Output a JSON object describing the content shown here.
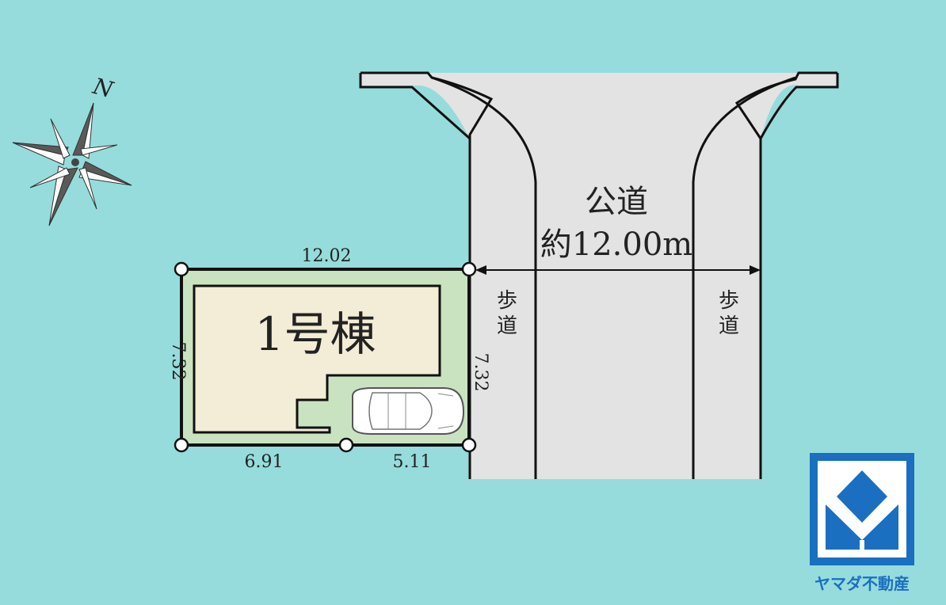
{
  "compass": {
    "north_label": "N"
  },
  "road": {
    "name": "公道",
    "width_label": "約12.00m",
    "sidewalk_left": [
      "歩",
      "道"
    ],
    "sidewalk_right": [
      "歩",
      "道"
    ]
  },
  "lot": {
    "building_label": "1号棟",
    "dim_top": "12.02",
    "dim_left": "7.32",
    "dim_right": "7.32",
    "dim_bottom_left": "6.91",
    "dim_bottom_right": "5.11"
  },
  "logo": {
    "company_name": "ヤマダ不動産"
  },
  "colors": {
    "background": "#96dcdc",
    "road": "#e3e3e3",
    "lot": "#c9e3c0",
    "building": "#f3ecd6",
    "logo_blue": "#1a6fc0"
  }
}
